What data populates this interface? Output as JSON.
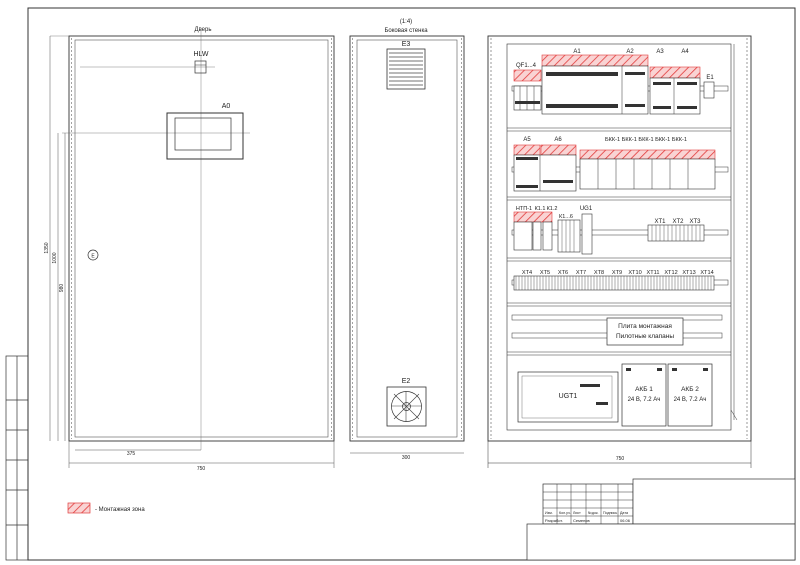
{
  "door": {
    "title": "Дверь",
    "hlw": "HLW",
    "a0": "A0",
    "mark": "E",
    "dim_1350": "1350",
    "dim_1000": "1000",
    "dim_980": "980",
    "dim_375": "375",
    "dim_750": "750"
  },
  "side": {
    "view": "(1:4)",
    "title": "Боковая стенка",
    "e3": "E3",
    "e2": "E2",
    "dim_300": "300"
  },
  "panel": {
    "row1": {
      "qf": "QF1...4",
      "a1": "A1",
      "a2": "A2",
      "a3": "A3",
      "a4": "A4",
      "e1": "E1"
    },
    "row2": {
      "a5": "A5",
      "a6": "A6",
      "bkk": "БКК-1 БКК-1 БКК-1 БКК-1 БКК-1"
    },
    "row3": {
      "ntp": "НТП-1",
      "k11": "К1.1",
      "k12": "К1.2",
      "k16": "К1...6",
      "ug1": "UG1",
      "xt1": "XT1",
      "xt2": "XT2",
      "xt3": "XT3"
    },
    "row4": {
      "labels": [
        "XT4",
        "XT5",
        "XT6",
        "XT7",
        "XT8",
        "XT9",
        "XT10",
        "XT11",
        "XT12",
        "XT13",
        "XT14"
      ]
    },
    "plate": {
      "line1": "Плита монтажная",
      "line2": "Пилотные клапаны"
    },
    "row6": {
      "ugt1": "UGT1",
      "akb1_name": "АКБ 1",
      "akb1_spec": "24 В, 7.2 Ач",
      "akb2_name": "АКБ 2",
      "akb2_spec": "24 В, 7.2 Ач"
    },
    "dim_750": "750"
  },
  "legend": {
    "text": "- Монтажная зона"
  },
  "titleblock": {
    "headers": [
      "Изм.",
      "Кол.уч.",
      "Лист",
      "№док.",
      "Подпись",
      "Дата"
    ],
    "role": "Разработ.",
    "name": "Семенов",
    "date": "06.06"
  },
  "colors": {
    "line": "#333333",
    "zone": "#e23b3b",
    "zone_fill": "#f7c9c9"
  }
}
